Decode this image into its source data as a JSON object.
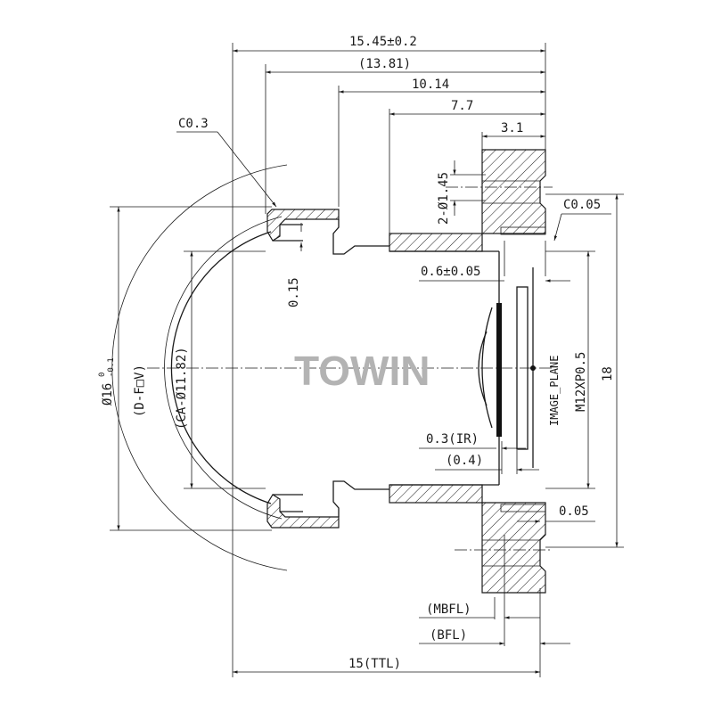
{
  "watermark": "TOWIN",
  "dimensions": {
    "overall": "15.45±0.2",
    "flange_to_front": "(13.81)",
    "barrel_length": "10.14",
    "mount_length": "7.7",
    "thread_length": "3.1",
    "holes": "2-Ø1.45",
    "chamfer_front": "C0.3",
    "chamfer_rear": "C0.05",
    "spacing_015": "0.15",
    "flange_gap": "0.6±0.05",
    "thread_spec": "M12XP0.5",
    "image_plane": "IMAGE_PLANE",
    "mount_width": "18",
    "ir_filter": "0.3(IR)",
    "ir_gap": "(0.4)",
    "rear_gap": "0.05",
    "mbfl": "(MBFL)",
    "bfl": "(BFL)",
    "ttl": "15(TTL)",
    "clear_aperture": "(CA-Ø11.82)",
    "dfov": "(D-F□V)",
    "diameter_main": "Ø16",
    "diameter_tol_upper": "0",
    "diameter_tol_lower": "-0.1"
  }
}
